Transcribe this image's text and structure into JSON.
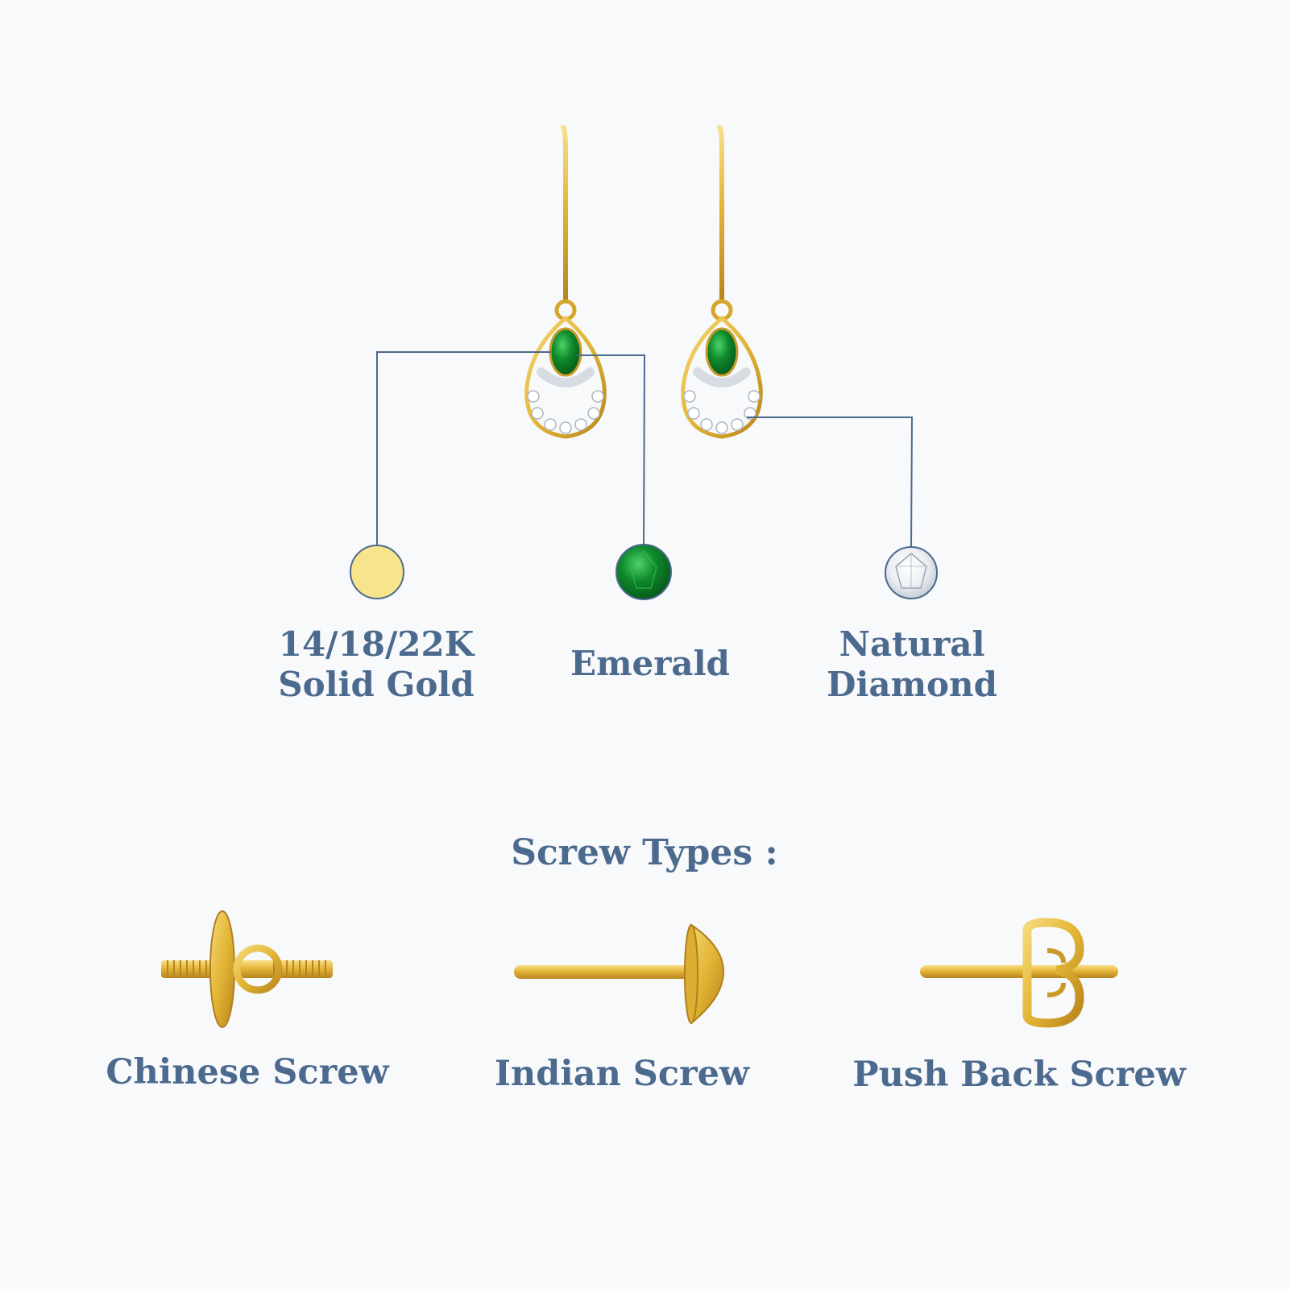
{
  "materials": {
    "gold": {
      "line1": "14/18/22K",
      "line2": "Solid Gold",
      "swatch_color": "#f8e48c"
    },
    "emerald": {
      "label": "Emerald",
      "swatch_color": "#0e7a2a"
    },
    "diamond": {
      "line1": "Natural",
      "line2": "Diamond",
      "swatch_color": "#ffffff"
    }
  },
  "screw_section": {
    "title": "Screw Types :",
    "types": [
      "Chinese Screw",
      "Indian Screw",
      "Push Back Screw"
    ]
  },
  "colors": {
    "text": "#4c6a8e",
    "connector_line": "#4c6a8e",
    "gold": "#e2b535",
    "background": "#f8f9fb"
  }
}
